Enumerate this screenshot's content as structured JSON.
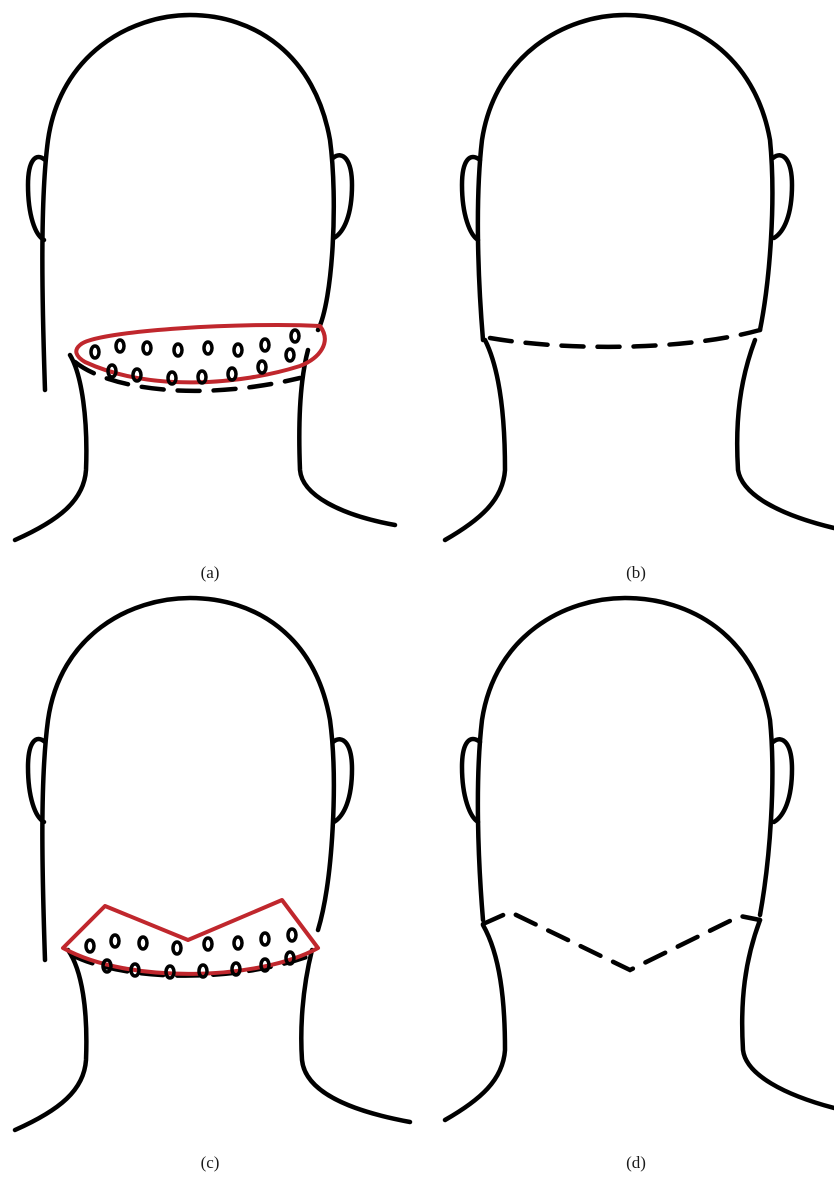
{
  "panels": [
    {
      "id": "a",
      "caption": "(a)",
      "shows_region": true,
      "hairline": "curved"
    },
    {
      "id": "b",
      "caption": "(b)",
      "shows_region": false,
      "hairline": "curved"
    },
    {
      "id": "c",
      "caption": "(c)",
      "shows_region": true,
      "hairline": "v-shaped"
    },
    {
      "id": "d",
      "caption": "(d)",
      "shows_region": false,
      "hairline": "v-shaped"
    }
  ],
  "colors": {
    "outline": "#000000",
    "region_border": "#c0272d",
    "background": "#ffffff"
  }
}
